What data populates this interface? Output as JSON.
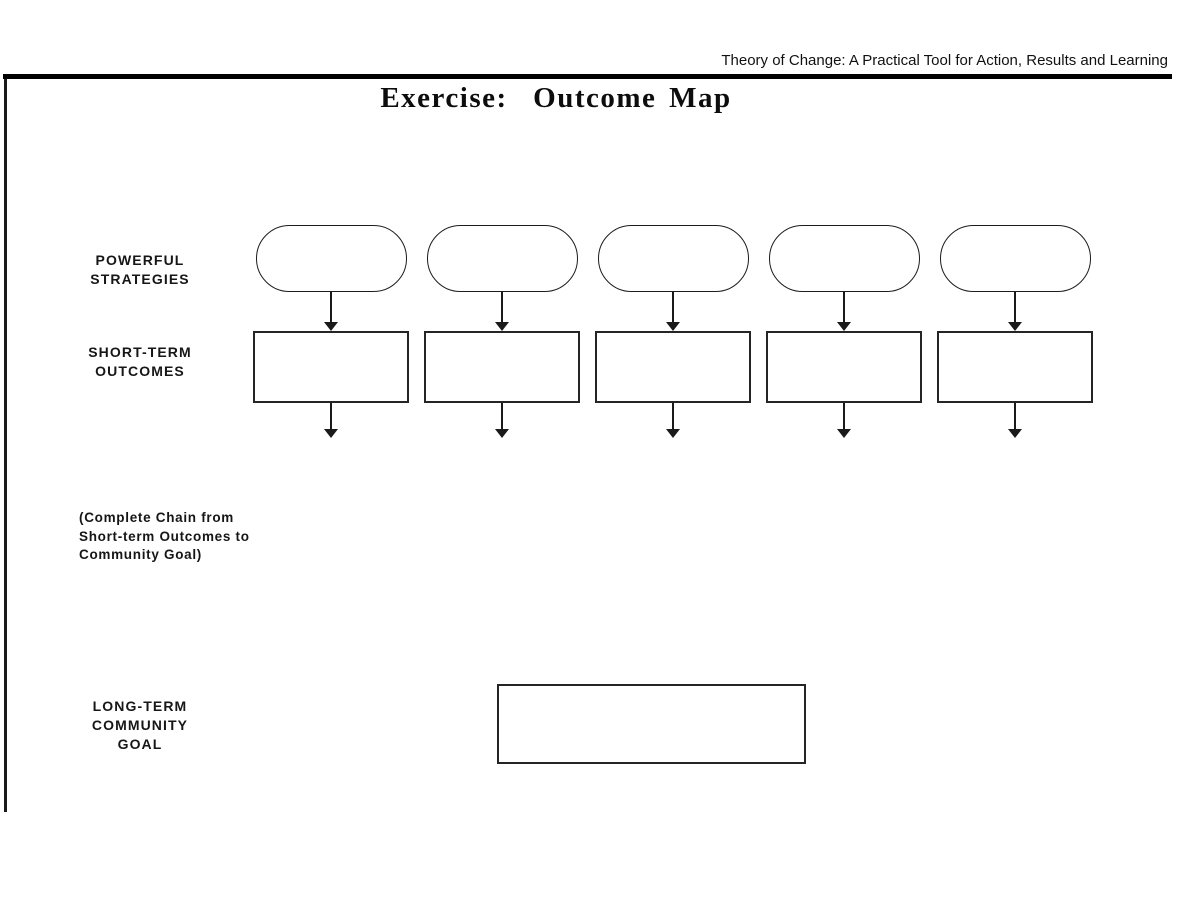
{
  "header": {
    "title": "Theory of Change: A Practical Tool for Action, Results and Learning"
  },
  "page_title": "Exercise:  Outcome Map",
  "labels": {
    "strategies": {
      "line1": "POWERFUL",
      "line2": "STRATEGIES"
    },
    "outcomes": {
      "line1": "SHORT-TERM",
      "line2": "OUTCOMES"
    },
    "chain_note": {
      "line1": "(Complete Chain from",
      "line2": "Short-term Outcomes to",
      "line3": "Community Goal)"
    },
    "goal": {
      "line1": "LONG-TERM",
      "line2": "COMMUNITY",
      "line3": "GOAL"
    }
  },
  "diagram": {
    "column_count": 5,
    "rows": [
      {
        "name": "powerful-strategies",
        "shape": "stadium",
        "content": ""
      },
      {
        "name": "short-term-outcomes",
        "shape": "rectangle",
        "content": ""
      },
      {
        "name": "long-term-community-goal",
        "shape": "rectangle",
        "content": ""
      }
    ],
    "colors": {
      "stroke": "#1a1a1a",
      "rule": "#000000",
      "background": "#ffffff",
      "text": "#111111"
    }
  }
}
